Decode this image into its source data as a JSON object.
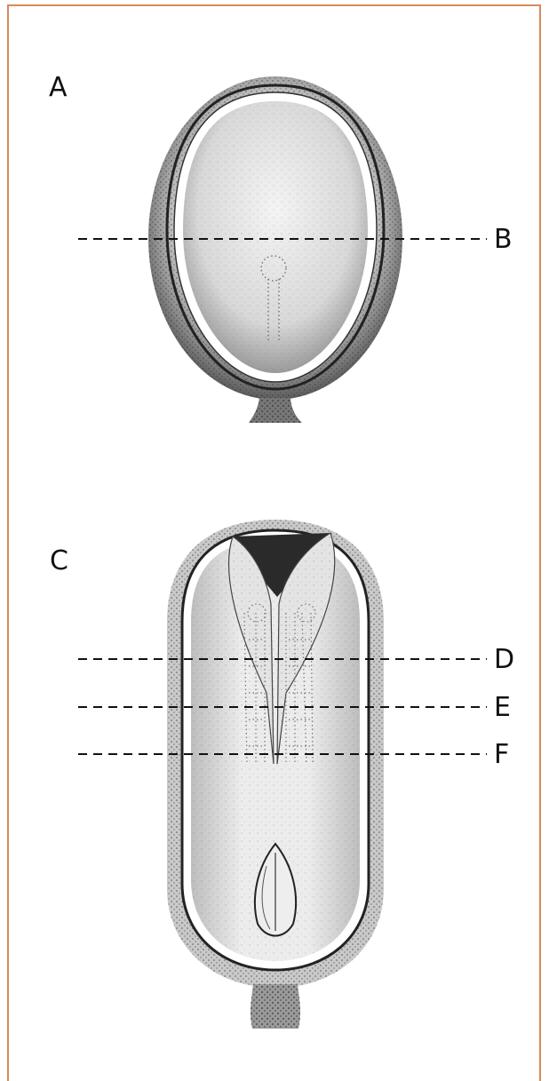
{
  "figure": {
    "labels": {
      "A": "A",
      "B": "B",
      "C": "C",
      "D": "D",
      "E": "E",
      "F": "F"
    }
  },
  "colors": {
    "border": "#d9895c",
    "ink": "#111111",
    "stipple": "#333333"
  }
}
